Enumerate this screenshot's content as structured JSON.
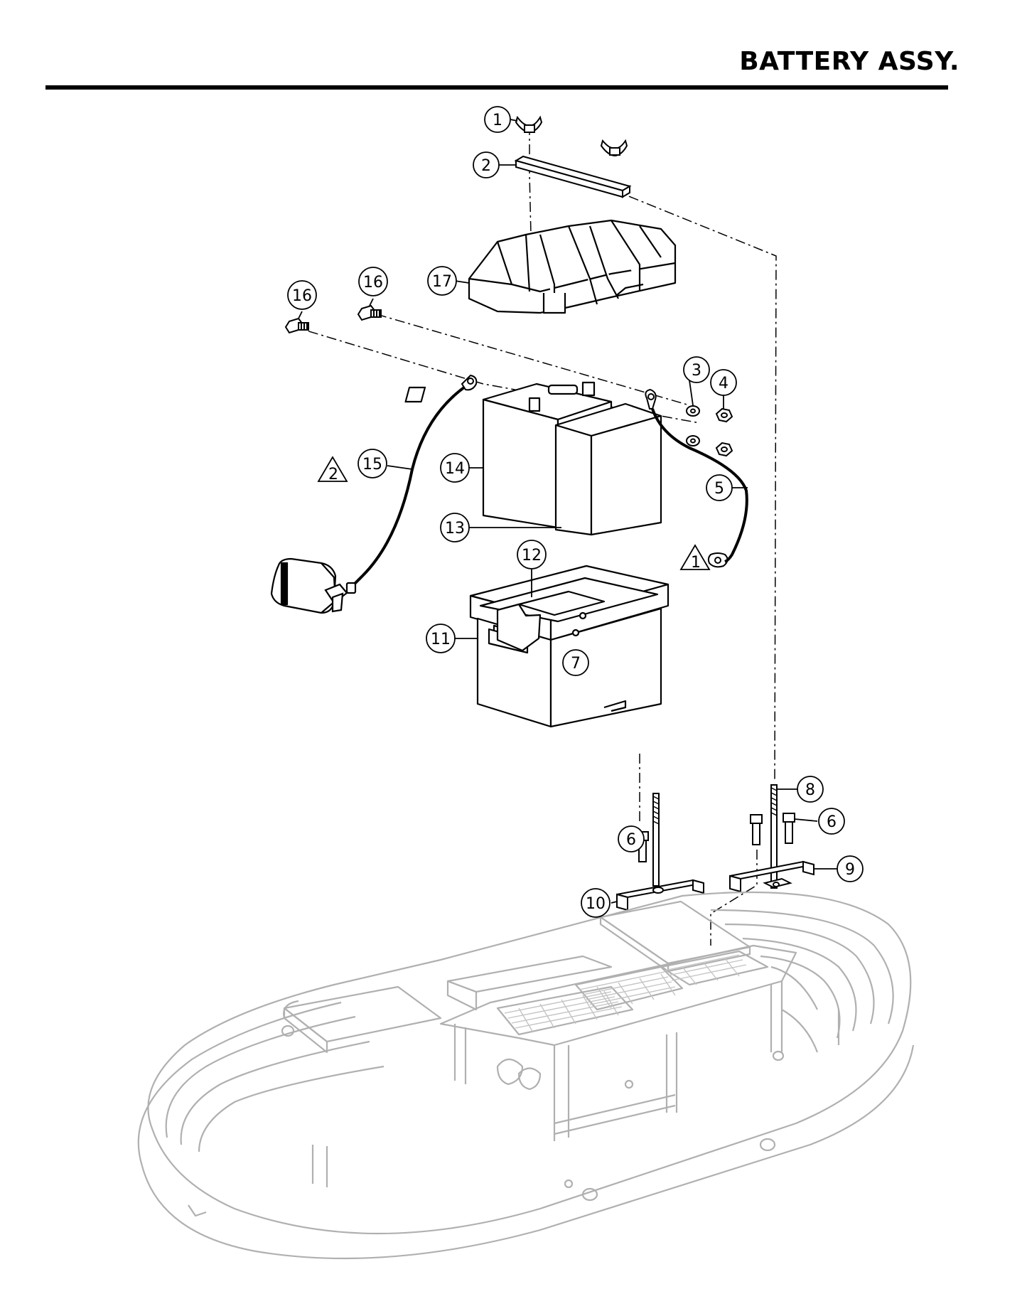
{
  "header": {
    "title": "BATTERY ASSY."
  },
  "parts": {
    "p1": "1",
    "p2": "2",
    "p3": "3",
    "p4": "4",
    "p5": "5",
    "p6a": "6",
    "p6b": "6",
    "p7": "7",
    "p8": "8",
    "p9": "9",
    "p10": "10",
    "p11": "11",
    "p12": "12",
    "p13": "13",
    "p14": "14",
    "p15": "15",
    "p16a": "16",
    "p16b": "16",
    "p17": "17"
  },
  "warnings": {
    "w1": "1",
    "w2": "2"
  }
}
